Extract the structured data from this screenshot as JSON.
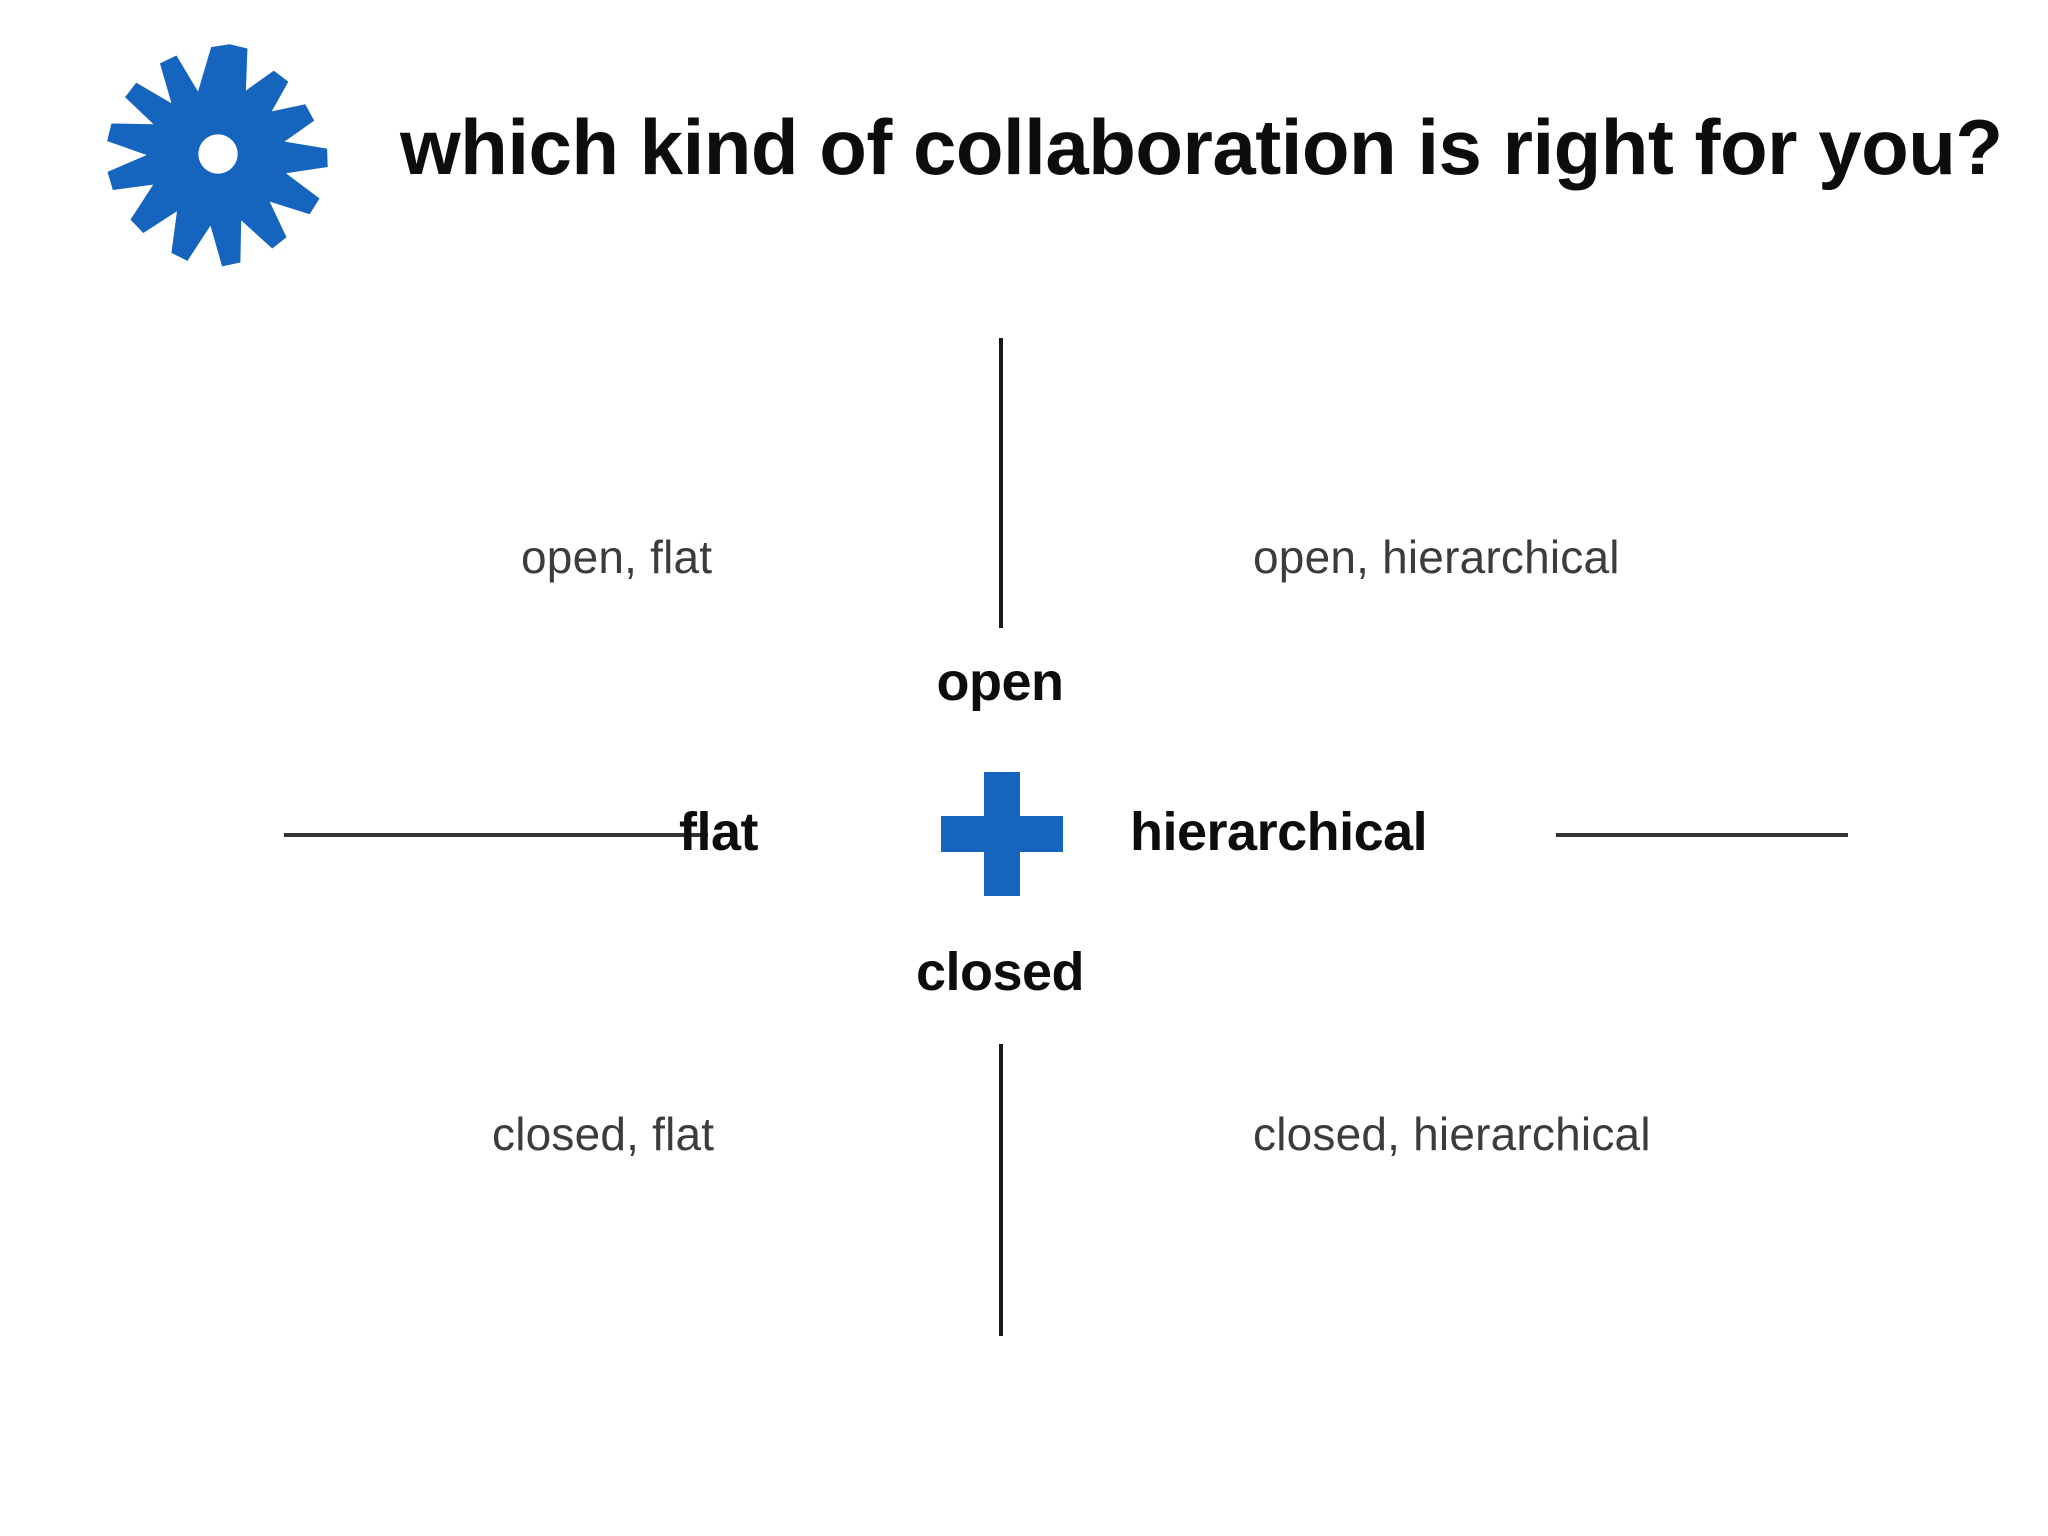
{
  "slide": {
    "title": "which kind of collaboration is right for you?",
    "background_color": "#ffffff",
    "accent_color": "#1565BE",
    "line_color": "#1a1a1a",
    "text_color": "#0d0d0d",
    "muted_text_color": "#3c3c3c"
  },
  "icons": {
    "gear": "gear-icon",
    "plus": "plus-icon"
  },
  "matrix": {
    "axes": {
      "vertical": {
        "top_label": "open",
        "bottom_label": "closed"
      },
      "horizontal": {
        "left_label": "flat",
        "right_label": "hierarchical"
      }
    },
    "quadrants": [
      {
        "id": "top-left",
        "label": "open, flat"
      },
      {
        "id": "top-right",
        "label": "open, hierarchical"
      },
      {
        "id": "bottom-left",
        "label": "closed, flat"
      },
      {
        "id": "bottom-right",
        "label": "closed, hierarchical"
      }
    ]
  }
}
